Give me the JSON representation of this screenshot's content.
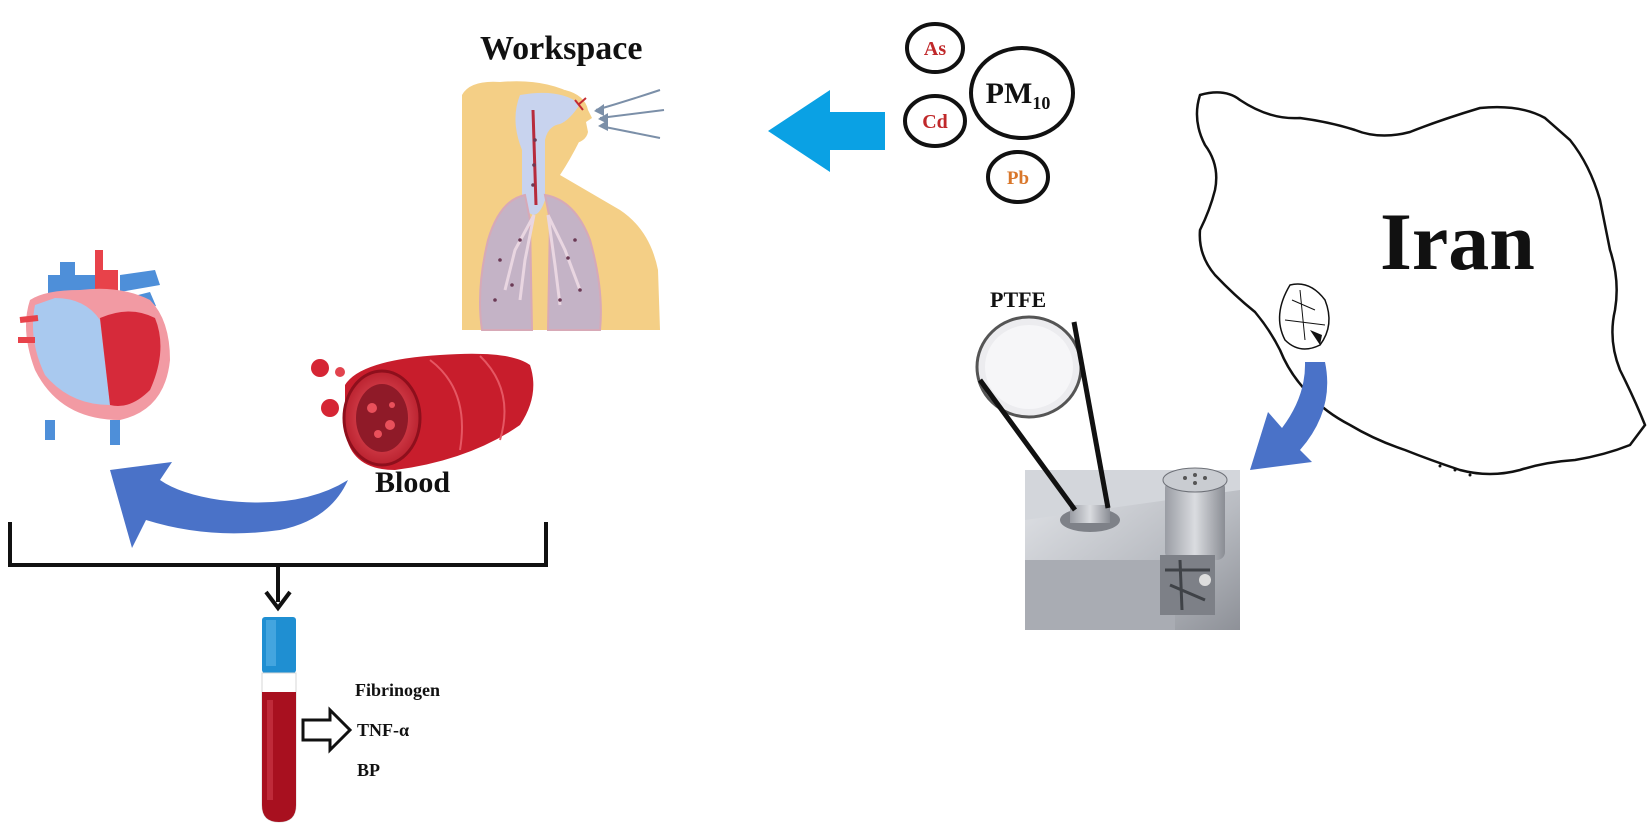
{
  "labels": {
    "workspace": "Workspace",
    "iran": "Iran",
    "blood": "Blood",
    "ptfe": "PTFE"
  },
  "pollutants": [
    {
      "label": "As",
      "color": "#c0282a"
    },
    {
      "label": "Cd",
      "color": "#c0282a"
    },
    {
      "label": "PM",
      "sub": "10",
      "color": "#111111"
    },
    {
      "label": "Pb",
      "color": "#d9772b"
    }
  ],
  "markers": [
    "Fibrinogen",
    "TNF-α",
    "BP"
  ],
  "colors": {
    "arrow_light_blue": "#0aa1e4",
    "arrow_blue": "#4a72c8",
    "blood_red": "#b71c2a",
    "tube_cap": "#1f8fd2",
    "skin": "#f4cf86"
  },
  "icons": [
    "heart-icon",
    "blood-vessel-icon",
    "respiratory-system-icon",
    "iran-map-icon",
    "air-sampler-icon",
    "ptfe-filter-icon",
    "blood-tube-icon"
  ]
}
